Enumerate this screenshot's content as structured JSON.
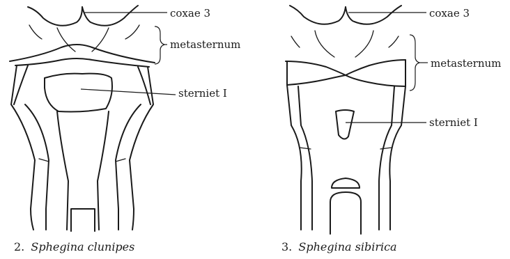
{
  "figure_left": {
    "labels": {
      "coxae": "coxae 3",
      "metasternum": "metasternum",
      "sterniet": "sterniet I"
    },
    "caption": {
      "number": "2.",
      "species": "Sphegina clunipes"
    }
  },
  "figure_right": {
    "labels": {
      "coxae": "coxae 3",
      "metasternum": "metasternum",
      "sterniet": "sterniet I"
    },
    "caption": {
      "number": "3.",
      "species": "Sphegina sibirica"
    }
  }
}
